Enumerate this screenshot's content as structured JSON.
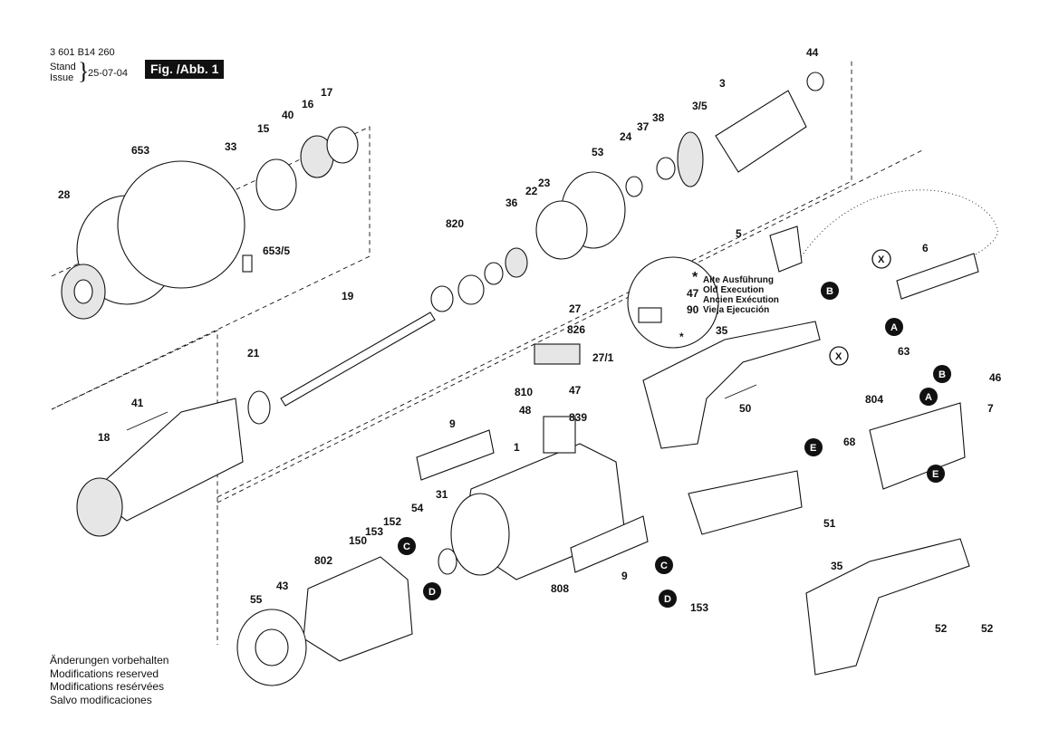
{
  "header": {
    "doc_number": "3 601 B14 260",
    "stand_label": "Stand",
    "issue_label": "Issue",
    "date": "25-07-04",
    "figure": "Fig. /Abb. 1"
  },
  "legend": {
    "lines": [
      "Alte Ausführung",
      "Old Execution",
      "Ancien Exécution",
      "Vieja Ejecución"
    ]
  },
  "notes": [
    "Änderungen vorbehalten",
    "Modifications reserved",
    "Modifications resérvées",
    "Salvo modificaciones"
  ],
  "part_labels": [
    "44",
    "3",
    "3/5",
    "17",
    "16",
    "40",
    "15",
    "33",
    "653",
    "28",
    "653/5",
    "38",
    "37",
    "24",
    "53",
    "22",
    "23",
    "36",
    "820",
    "5",
    "6",
    "47",
    "90",
    "27",
    "826",
    "27/1",
    "19",
    "21",
    "41",
    "18",
    "35",
    "63",
    "B",
    "46",
    "A",
    "7",
    "804",
    "50",
    "810",
    "47",
    "48",
    "839",
    "9",
    "1",
    "68",
    "E",
    "E",
    "51",
    "31",
    "54",
    "C",
    "152",
    "153",
    "150",
    "802",
    "D",
    "43",
    "55",
    "808",
    "9",
    "C",
    "D",
    "153",
    "35",
    "52",
    "52",
    "A",
    "B",
    "X",
    "X"
  ],
  "markers": {
    "star": "*"
  }
}
